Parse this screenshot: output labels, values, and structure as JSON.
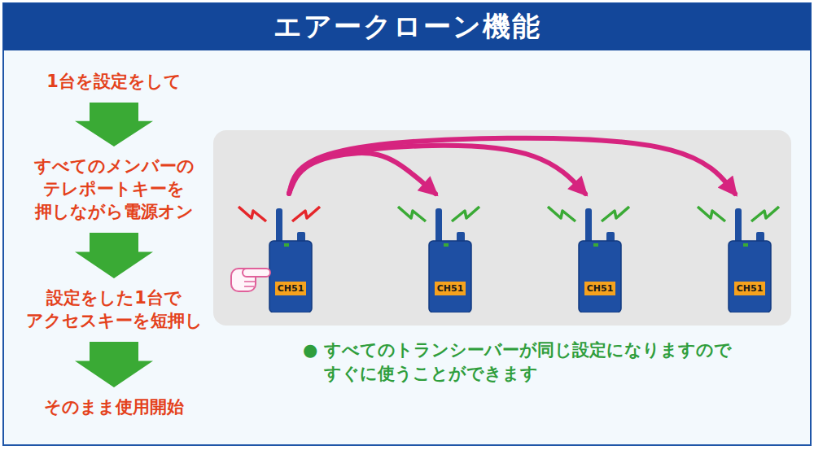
{
  "diagram": {
    "title": "エアークローン機能",
    "nodes": [
      {
        "text": [
          "1台を設定をして"
        ]
      },
      {
        "text": [
          "すべてのメンバーの テレポートキーを 押しながら電源オン"
        ]
      },
      {
        "text": [
          "設定をした1台で アクセスキーを短押し"
        ]
      },
      {
        "text": [
          "そのまま使用開始"
        ]
      },
      {
        "text": [
          "CH51"
        ]
      },
      {
        "text": [
          "CH51"
        ]
      },
      {
        "text": [
          "CH51"
        ]
      },
      {
        "text": [
          "CH51"
        ]
      }
    ],
    "edges": [
      {
        "from": 0,
        "to": 1,
        "arrow": "to"
      },
      {
        "from": 1,
        "to": 2,
        "arrow": "to"
      },
      {
        "from": 2,
        "to": 3,
        "arrow": "to"
      },
      {
        "from": 4,
        "to": 5,
        "arrow": "to"
      },
      {
        "from": 4,
        "to": 6,
        "arrow": "to"
      },
      {
        "from": 4,
        "to": 7,
        "arrow": "to"
      }
    ],
    "labels": [
      "● すべてのトランシーバーが同じ設定になりますので すぐに使うことができます"
    ]
  }
}
